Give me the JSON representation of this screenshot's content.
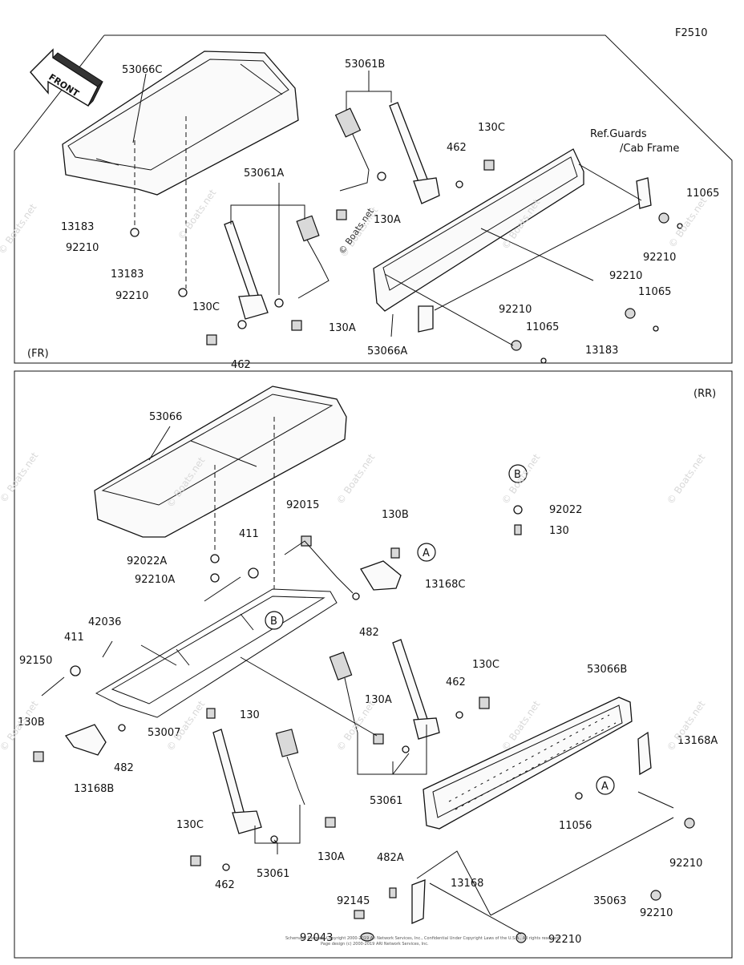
{
  "figure_code": "F2510",
  "sections": {
    "front": "(FR)",
    "rear": "(RR)"
  },
  "front_arrow_label": "FRONT",
  "ref_note": [
    "Ref.Guards",
    "/Cab Frame"
  ],
  "watermark": "© Boats.net",
  "footer_lines": [
    "Schematic Diagram Copyright 2000-2019 Ari Network Services, Inc., Confidential Under Copyright Laws of the U.S.A., All rights reserved.",
    "Page design (c) 2000-2019 ARI Network Services, Inc."
  ],
  "callouts": {
    "fr": {
      "l53066C": "53066C",
      "l53061B": "53061B",
      "l130C_a": "130C",
      "l462_a": "462",
      "l11065_a": "11065",
      "l92210_a": "92210",
      "l53061A": "53061A",
      "l13183_a": "13183",
      "l92210_b": "92210",
      "l13183_b": "13183",
      "l92210_c": "92210",
      "l130A_a": "130A",
      "l92210_d": "92210",
      "l11065_b": "11065",
      "l130C_b": "130C",
      "l130A_b": "130A",
      "l92210_e": "92210",
      "l11065_c": "11065",
      "l462_b": "462",
      "l53066A": "53066A",
      "l13183_c": "13183"
    },
    "rr": {
      "l53066": "53066",
      "l92015": "92015",
      "l130B_a": "130B",
      "l92022": "92022",
      "l130": "130",
      "l92022A": "92022A",
      "l411_a": "411",
      "l92210A": "92210A",
      "l13168C": "13168C",
      "l482_a": "482",
      "l42036": "42036",
      "l411_b": "411",
      "l92150": "92150",
      "l130C_a": "130C",
      "l53066B": "53066B",
      "l462_a": "462",
      "l130A_a": "130A",
      "l130_b": "130",
      "l13168A": "13168A",
      "l130B_b": "130B",
      "l482_b": "482",
      "l53007": "53007",
      "l13168B": "13168B",
      "l53061_a": "53061",
      "l11056": "11056",
      "l92210_a": "92210",
      "l130C_b": "130C",
      "l130A_b": "130A",
      "l462_b": "462",
      "l53061_b": "53061",
      "l35063": "35063",
      "l482A": "482A",
      "l92145": "92145",
      "l13168": "13168",
      "l92210_b": "92210",
      "l92043": "92043",
      "l92210_c": "92210"
    }
  },
  "circle_marks": {
    "B_frame": "B",
    "B_detail": "B",
    "A_upper": "A",
    "A_lower": "A"
  }
}
